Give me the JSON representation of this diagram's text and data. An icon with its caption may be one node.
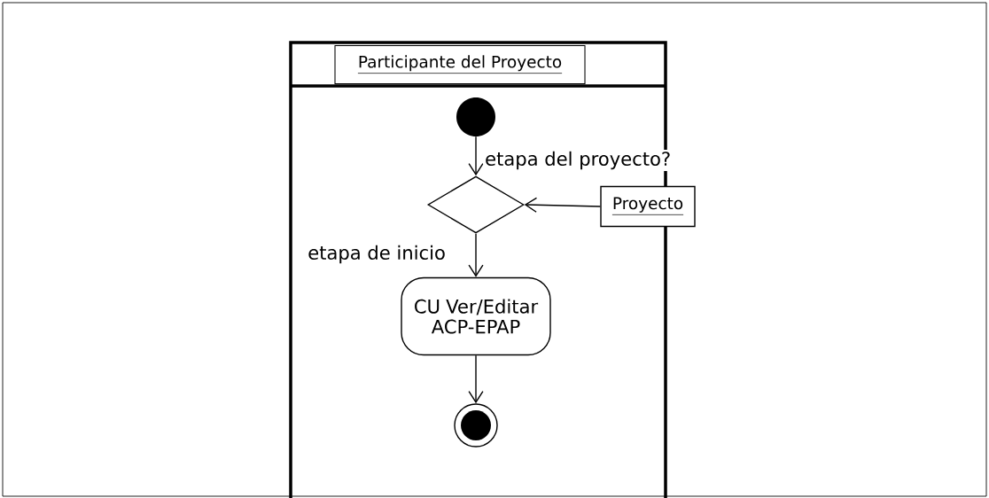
{
  "diagram": {
    "nodes": [
      {
        "text": [
          "Participante del Proyecto"
        ]
      },
      {
        "text": [],
        "shape": "circle",
        "in": 0
      },
      {
        "text": [],
        "shape": "diamond",
        "in": 0
      },
      {
        "text": [
          "Proyecto"
        ]
      },
      {
        "text": [
          "CU Ver/Editar ACP-EPAP"
        ],
        "in": 0
      },
      {
        "text": [],
        "shape": "circle",
        "in": 0
      }
    ],
    "edges": [
      {
        "from": 1,
        "to": 2,
        "arrow": "to",
        "label": "etapa del proyecto?"
      },
      {
        "from": 3,
        "to": 2,
        "arrow": "to"
      },
      {
        "from": 2,
        "to": 4,
        "arrow": "to",
        "label": "etapa de inicio"
      },
      {
        "from": 4,
        "to": 5,
        "arrow": "to"
      }
    ]
  }
}
